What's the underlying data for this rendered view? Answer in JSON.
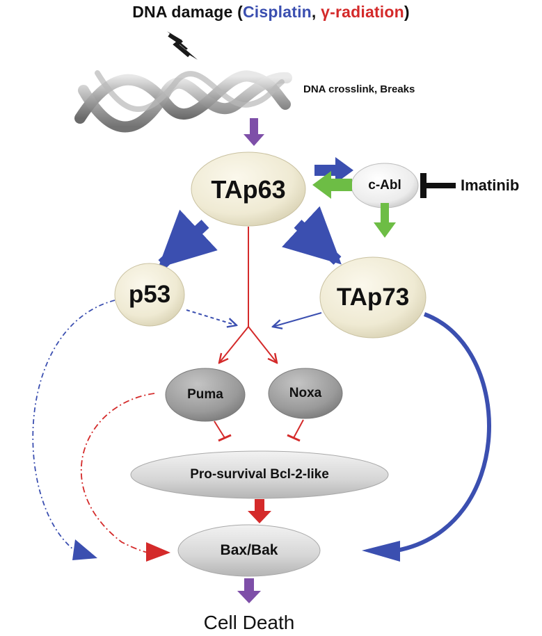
{
  "title": {
    "prefix": "DNA damage (",
    "agent1": "Cisplatin",
    "separator": ", ",
    "agent2": "γ-radiation",
    "suffix": ")"
  },
  "dna_label": "DNA crosslink, Breaks",
  "nodes": {
    "tap63": "TAp63",
    "cabl": "c-Abl",
    "imatinib": "Imatinib",
    "p53": "p53",
    "tap73": "TAp73",
    "puma": "Puma",
    "noxa": "Noxa",
    "bcl2": "Pro-survival Bcl-2-like",
    "baxbak": "Bax/Bak",
    "celldeath": "Cell Death"
  },
  "colors": {
    "cisplatin": "#3b4fb0",
    "radiation": "#d42a2a",
    "blue_arrow": "#3b4fb0",
    "green_arrow": "#6dbd45",
    "purple_arrow": "#7e4fa8",
    "red_arrow": "#d42a2a",
    "node_cream": "#efead3",
    "node_grey": "#9a9a9a",
    "inhibitor": "#111111"
  },
  "icons": [
    "lightning-bolt-icon",
    "dna-helix-icon"
  ]
}
